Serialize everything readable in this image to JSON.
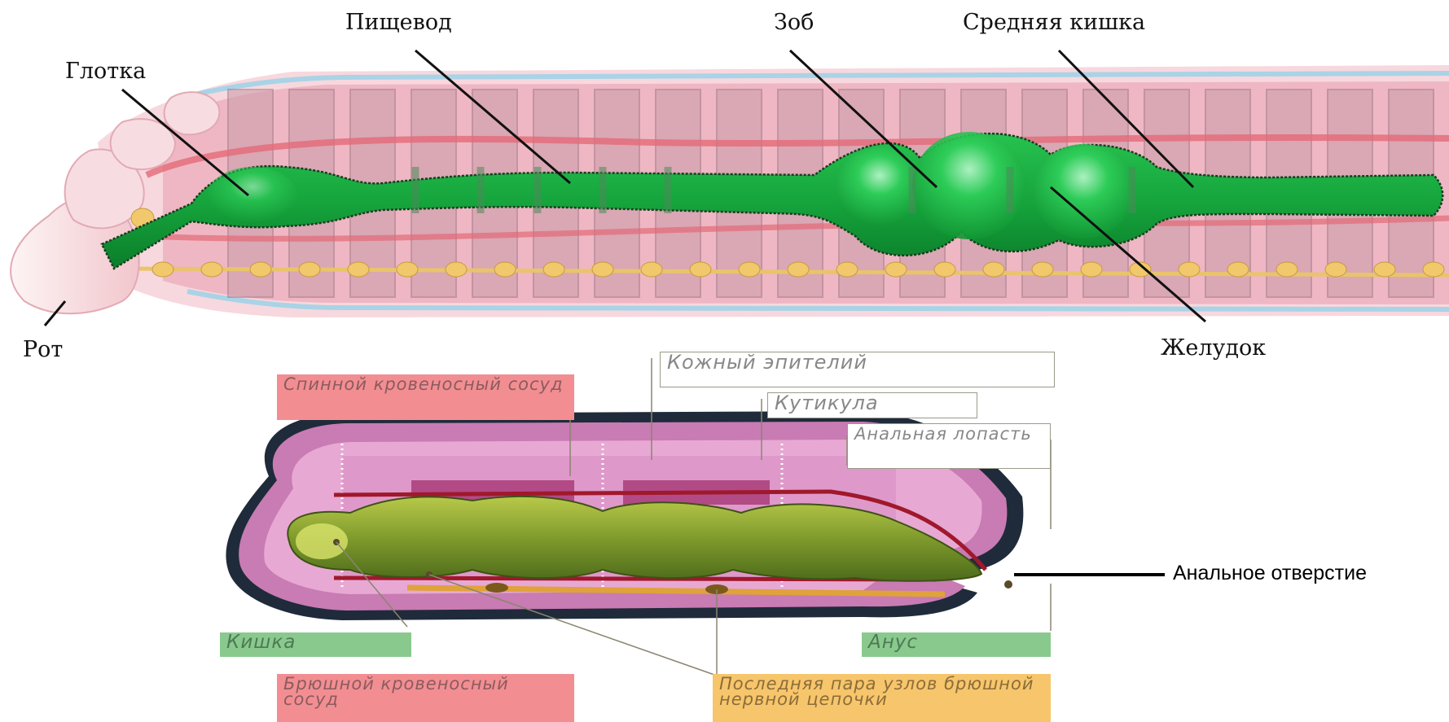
{
  "labels": {
    "glotka": "Глотка",
    "pishchevod": "Пищевод",
    "zob": "Зоб",
    "srednyaya": "Средняя кишка",
    "rot": "Рот",
    "zheludok": "Желудок",
    "spinnoy": "Спинной кровеносный сосуд",
    "kozhny": "Кожный эпителий",
    "kutikula": "Кутикула",
    "analnaya_lopast": "Анальная лопасть",
    "kishka": "Кишка",
    "anus": "Анус",
    "bryushnoy": "Брюшной кровеносный сосуд",
    "poslednyaya": "Последняя пара узлов брюшной нервной цепочки",
    "analnoe": "Анальное отверстие"
  }
}
